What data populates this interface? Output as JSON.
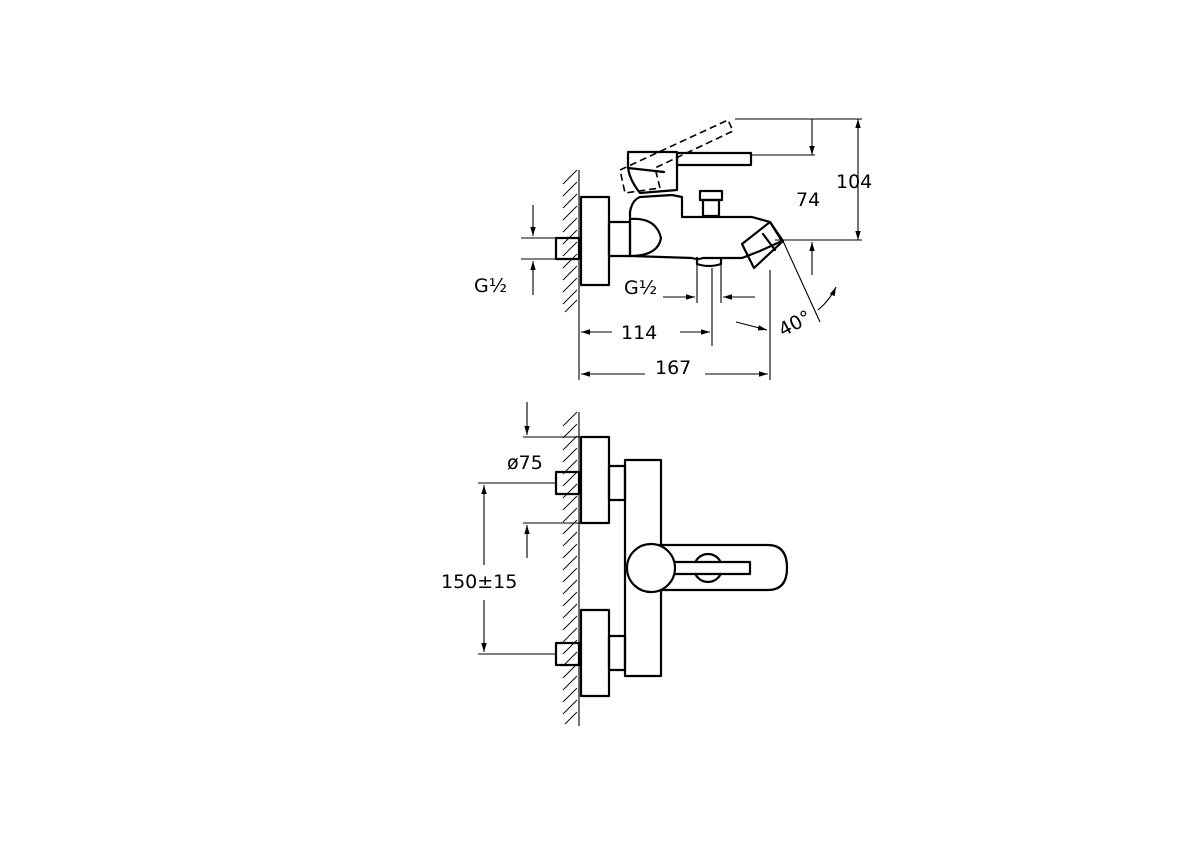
{
  "side_view": {
    "thread_wall": "G½",
    "thread_outlet": "G½",
    "dim_114": "114",
    "dim_167": "167",
    "dim_104": "104",
    "dim_74": "74",
    "angle": "40°"
  },
  "front_view": {
    "diameter": "ø75",
    "spacing": "150±15"
  }
}
